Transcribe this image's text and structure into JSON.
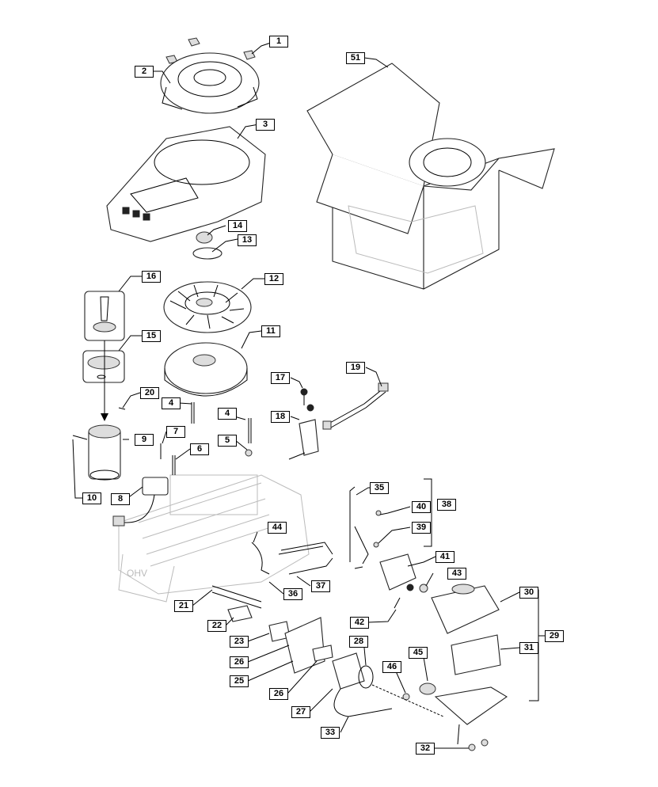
{
  "labels": {
    "p1": "1",
    "p2": "2",
    "p3": "3",
    "p4a": "4",
    "p4b": "4",
    "p5": "5",
    "p6": "6",
    "p7": "7",
    "p8": "8",
    "p9": "9",
    "p10": "10",
    "p11": "11",
    "p12": "12",
    "p13": "13",
    "p14": "14",
    "p15": "15",
    "p16": "16",
    "p17": "17",
    "p18": "18",
    "p19": "19",
    "p20": "20",
    "p21": "21",
    "p22": "22",
    "p23": "23",
    "p25": "25",
    "p26a": "26",
    "p26b": "26",
    "p27": "27",
    "p28": "28",
    "p29": "29",
    "p30": "30",
    "p31": "31",
    "p32": "32",
    "p33": "33",
    "p35": "35",
    "p36": "36",
    "p37": "37",
    "p38": "38",
    "p39": "39",
    "p40": "40",
    "p41": "41",
    "p42": "42",
    "p43": "43",
    "p44": "44",
    "p45": "45",
    "p46": "46",
    "p51": "51"
  },
  "box_text": "OHV"
}
